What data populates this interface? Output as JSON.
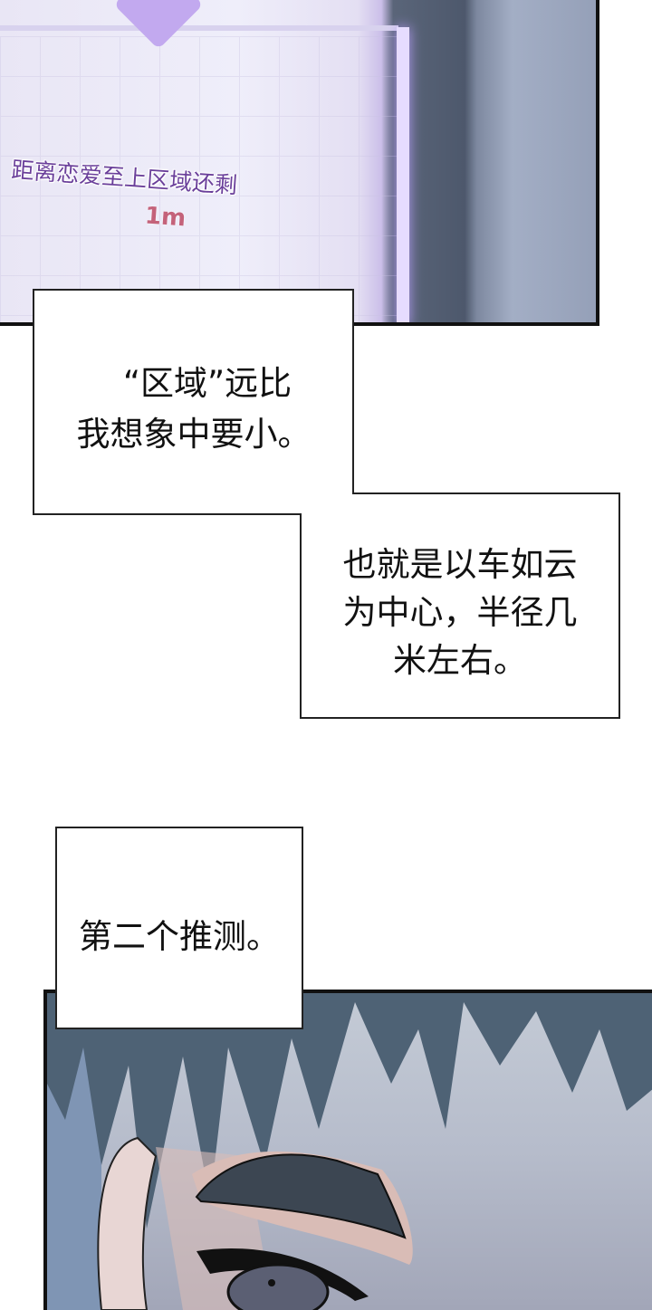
{
  "panel_top": {
    "system_text": "距离恋爱至上区域还剩",
    "distance_text": "1m"
  },
  "caption_1": {
    "lines": [
      "“区域”远比",
      "我想象中要小。"
    ]
  },
  "caption_2": {
    "lines": [
      "也就是以车如云",
      "为中心，半径几",
      "米左右。"
    ]
  },
  "caption_3": {
    "lines": [
      "第二个推测。"
    ]
  },
  "colors": {
    "system_text": "#6a3f9a",
    "distance_text": "#c4627a",
    "hair": "#4e6275",
    "panel_border": "#111111"
  }
}
